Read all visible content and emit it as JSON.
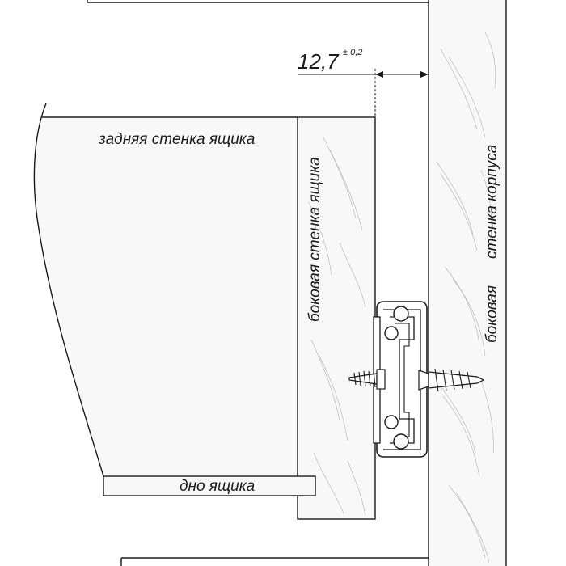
{
  "labels": {
    "back_wall": "задняя стенка ящика",
    "drawer_side": "боковая стенка ящика",
    "cabinet_side_1": "боковая",
    "cabinet_side_2": "стенка корпуса",
    "drawer_bottom": "дно ящика"
  },
  "dimension": {
    "value": "12,7",
    "tolerance": "± 0,2"
  },
  "colors": {
    "line": "#1a1a1a",
    "panel_fill": "#f8f8f8",
    "grain": "#b8b8b8"
  }
}
